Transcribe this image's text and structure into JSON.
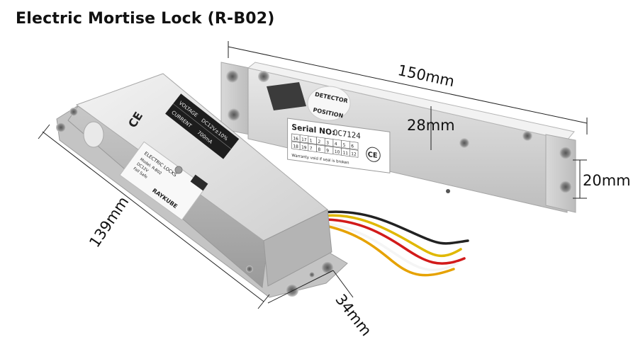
{
  "title": "Electric Mortise Lock (R-B02)",
  "dimensions": {
    "length": "150mm",
    "height_inner": "28mm",
    "height_plate": "20mm",
    "length_body": "139mm",
    "width": "34mm"
  },
  "front_lock": {
    "brand": "RAYKUBE",
    "label_heading": "ELECTRIC LOCKS",
    "label_line1": "Model: R-B02",
    "label_line2": "DC12V",
    "label_line3": "Fail Safe",
    "spec_label": "VOLTAGE",
    "spec_value": "DC12V±10%",
    "current_label": "CURRENT",
    "current_value": "700mA",
    "ce_mark": "CE"
  },
  "back_lock": {
    "detector_top": "DETECTOR",
    "detector_bottom": "POSITION",
    "serial_label": "Serial NO:",
    "serial_value": "OC7124",
    "grid_row1": [
      "16",
      "17",
      "1",
      "2",
      "3",
      "4",
      "5",
      "6"
    ],
    "grid_row2": [
      "18",
      "19",
      "7",
      "8",
      "9",
      "10",
      "11",
      "12"
    ],
    "warranty": "Warranty void if seal is broken",
    "ce_mark": "CE"
  }
}
